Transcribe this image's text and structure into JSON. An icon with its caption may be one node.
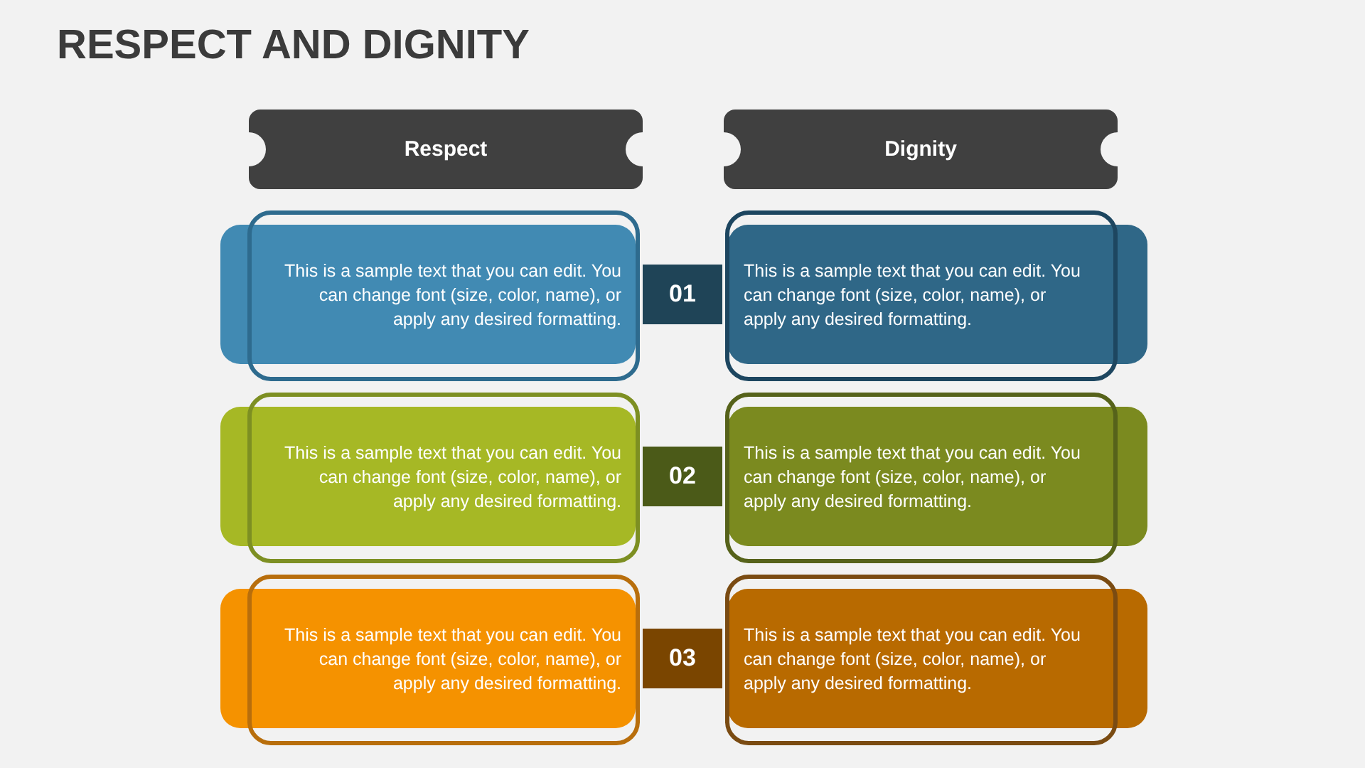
{
  "diagram": {
    "title": "RESPECT AND DIGNITY",
    "nodes": [
      {
        "text": [
          "Respect"
        ]
      },
      {
        "text": [
          "Dignity"
        ]
      },
      {
        "text": [
          "This is a sample text that you can edit. You can change font (size, color, name), or apply any desired formatting."
        ]
      },
      {
        "text": [
          "01"
        ]
      },
      {
        "text": [
          "This is a sample text that you can edit. You can change font (size, color, name), or apply any desired formatting."
        ]
      },
      {
        "text": [
          "This is a sample text that you can edit. You can change font (size, color, name), or apply any desired formatting."
        ]
      },
      {
        "text": [
          "02"
        ]
      },
      {
        "text": [
          "This is a sample text that you can edit. You can change font (size, color, name), or apply any desired formatting."
        ]
      },
      {
        "text": [
          "This is a sample text that you can edit. You can change font (size, color, name), or apply any desired formatting."
        ]
      },
      {
        "text": [
          "03"
        ]
      },
      {
        "text": [
          "This is a sample text that you can edit. You can change font (size, color, name), or apply any desired formatting."
        ]
      }
    ]
  }
}
